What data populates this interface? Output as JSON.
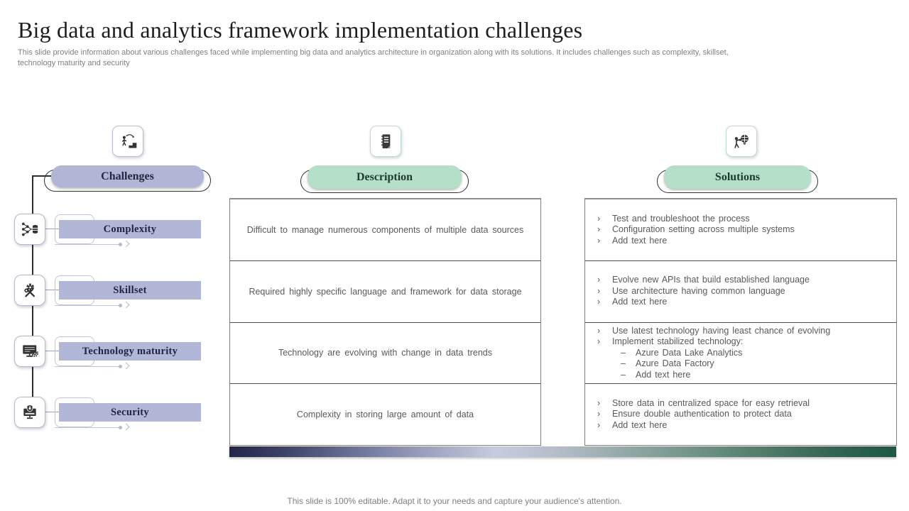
{
  "slide": {
    "title": "Big data and analytics framework implementation challenges",
    "subtitle": "This slide provide information about various challenges faced while implementing big data and analytics architecture in organization along with its solutions. It includes challenges such as complexity, skillset, technology maturity and security",
    "footer": "This slide is 100% editable. Adapt it to your needs and capture your audience's attention."
  },
  "glyphs": {
    "chevron_bullet": "›",
    "dash_bullet": "–"
  },
  "headers": {
    "challenges": "Challenges",
    "description": "Description",
    "solutions": "Solutions"
  },
  "rows": [
    {
      "challenge": "Complexity",
      "challenge_icon": "data-network-icon",
      "description": "Difficult to manage numerous components of multiple data sources",
      "solutions": [
        {
          "text": "Test and troubleshoot the process"
        },
        {
          "text": "Configuration setting across multiple systems"
        },
        {
          "text": "Add text here"
        }
      ]
    },
    {
      "challenge": "Skillset",
      "challenge_icon": "gear-tools-icon",
      "description": "Required highly specific language and framework for data storage",
      "solutions": [
        {
          "text": "Evolve new APIs that build established language"
        },
        {
          "text": "Use architecture having common language"
        },
        {
          "text": "Add text here"
        }
      ]
    },
    {
      "challenge": "Technology maturity",
      "challenge_icon": "monitor-gear-icon",
      "description": "Technology are evolving with change in data trends",
      "solutions": [
        {
          "text": "Use latest technology having least chance of evolving"
        },
        {
          "text": "Implement stabilized technology:"
        },
        {
          "text": "Azure Data Lake Analytics",
          "indent": true
        },
        {
          "text": "Azure Data Factory",
          "indent": true
        },
        {
          "text": "Add text here",
          "indent": true
        }
      ]
    },
    {
      "challenge": "Security",
      "challenge_icon": "secure-computer-icon",
      "description": "Complexity in storing large amount of data",
      "solutions": [
        {
          "text": "Store data in centralized space for easy retrieval"
        },
        {
          "text": "Ensure double authentication to protect data"
        },
        {
          "text": "Add text here"
        }
      ]
    }
  ],
  "colors": {
    "lavender": "#b3b7d7",
    "mint": "#b6dfc9",
    "table_text": "#595959",
    "gradient_start": "#23264a",
    "gradient_mid": "#c7cce0",
    "gradient_end": "#1e5746"
  }
}
